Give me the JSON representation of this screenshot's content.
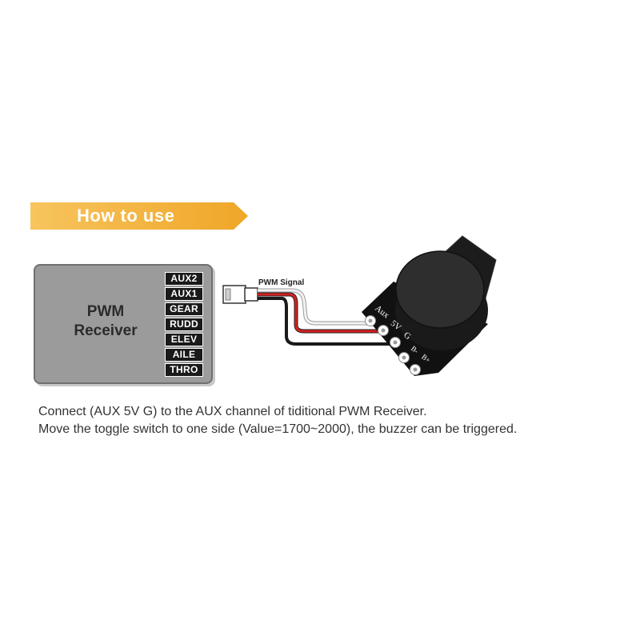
{
  "banner": {
    "title": "How to use",
    "color": "#f4b13a"
  },
  "receiver": {
    "name": "PWM\nReceiver",
    "channels": [
      "AUX2",
      "AUX1",
      "GEAR",
      "RUDD",
      "ELEV",
      "AILE",
      "THRO"
    ]
  },
  "wiring": {
    "label": "PWM Signal",
    "wire_colors": {
      "signal": "#d8d8d8",
      "power": "#d42020",
      "ground": "#1a1a1a"
    }
  },
  "buzzer": {
    "pins": [
      "Aux",
      "5V",
      "G",
      "B-",
      "B+"
    ]
  },
  "description": {
    "line1": "Connect (AUX 5V G) to the AUX channel of tiditional PWM Receiver.",
    "line2": "Move the toggle switch to one side (Value=1700~2000),  the buzzer can be triggered."
  }
}
